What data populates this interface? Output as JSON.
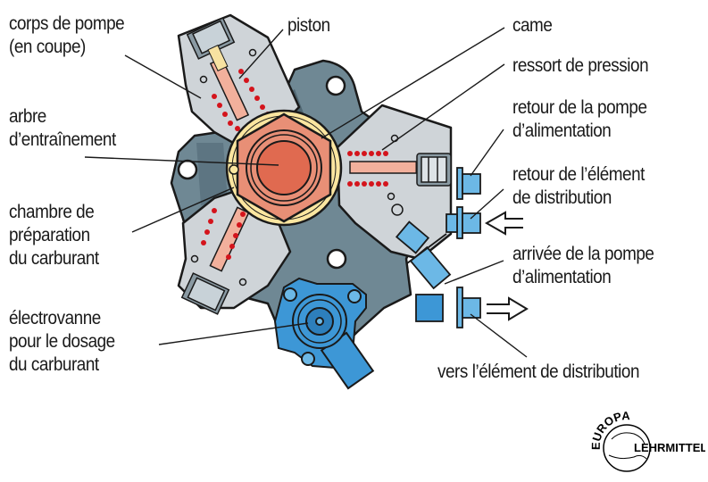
{
  "diagram": {
    "title": "Pompe haute pression radiale à pistons",
    "colors": {
      "body_gray": "#6f8894",
      "body_gray_dark": "#4f6671",
      "housing_light": "#cfd4d8",
      "cam_salmon": "#e88f76",
      "shaft_red": "#e06a50",
      "ring_yellow": "#fbe6a0",
      "spring_red": "#d4141c",
      "valve_blue": "#3d97d6",
      "fitting_blue": "#6cb8e6",
      "line": "#1a1a1a"
    },
    "labels": {
      "corps_de_pompe": [
        "corps de pompe",
        "(en coupe)"
      ],
      "arbre": [
        "arbre",
        "d’entraînement"
      ],
      "chambre": [
        "chambre de",
        "préparation",
        "du carburant"
      ],
      "electrovanne": [
        "électrovanne",
        "pour le dosage",
        "du carburant"
      ],
      "piston": [
        "piston"
      ],
      "came": [
        "came"
      ],
      "ressort": [
        "ressort de pression"
      ],
      "retour_pompe": [
        "retour de la pompe",
        "d’alimentation"
      ],
      "retour_element": [
        "retour de l’élément",
        "de distribution"
      ],
      "arrivee": [
        "arrivée de la pompe",
        "d’alimentation"
      ],
      "vers_element": [
        "vers l’élément de distribution"
      ]
    },
    "flow_arrows": {
      "inlet": "left",
      "outlet": "right"
    }
  },
  "logo": {
    "top_text": "EUROPA",
    "side_text": "LEHRMITTEL"
  }
}
